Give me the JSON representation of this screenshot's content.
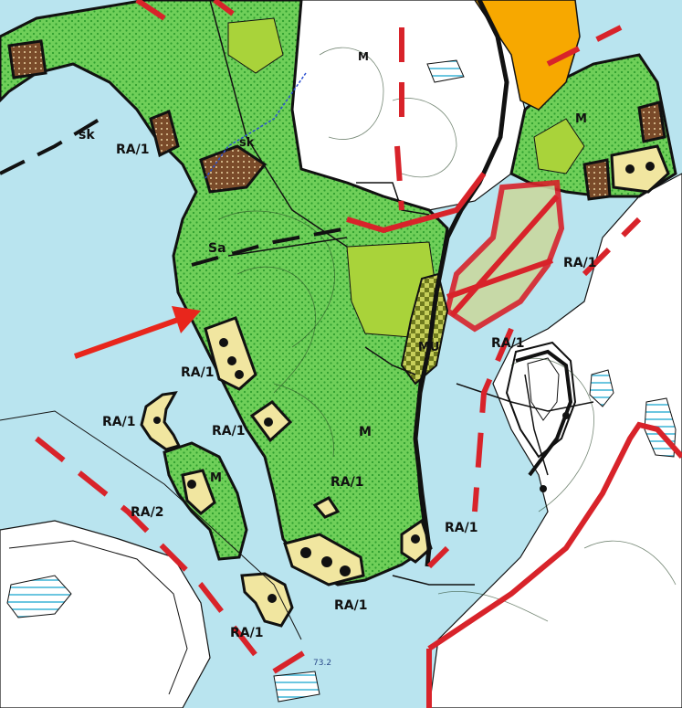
{
  "colors": {
    "water": "#b9e4ef",
    "forest": "#6fcf59",
    "forest_dots": "#2f9e2f",
    "light_green": "#a9d33a",
    "vacation": "#f1e6a0",
    "orange": "#f7a800",
    "boundary_red": "#d8232a",
    "outline": "#111111",
    "arrow": "#e8261c"
  },
  "labels": {
    "ra1_a": "RA/1",
    "ra1_b": "RA/1",
    "ra1_c": "RA/1",
    "ra1_d": "RA/1",
    "ra1_e": "RA/1",
    "ra1_f": "RA/1",
    "ra1_g": "RA/1",
    "ra1_h": "RA/1",
    "ra1_i": "RA/1",
    "ra1_j": "RA/1",
    "ra2": "RA/2",
    "sk_a": "sk",
    "sk_b": "sk",
    "sa": "Sa",
    "mu": "MU",
    "m_a": "M",
    "m_b": "M",
    "m_c": "M",
    "m_d": "M",
    "depth": "73.2"
  }
}
